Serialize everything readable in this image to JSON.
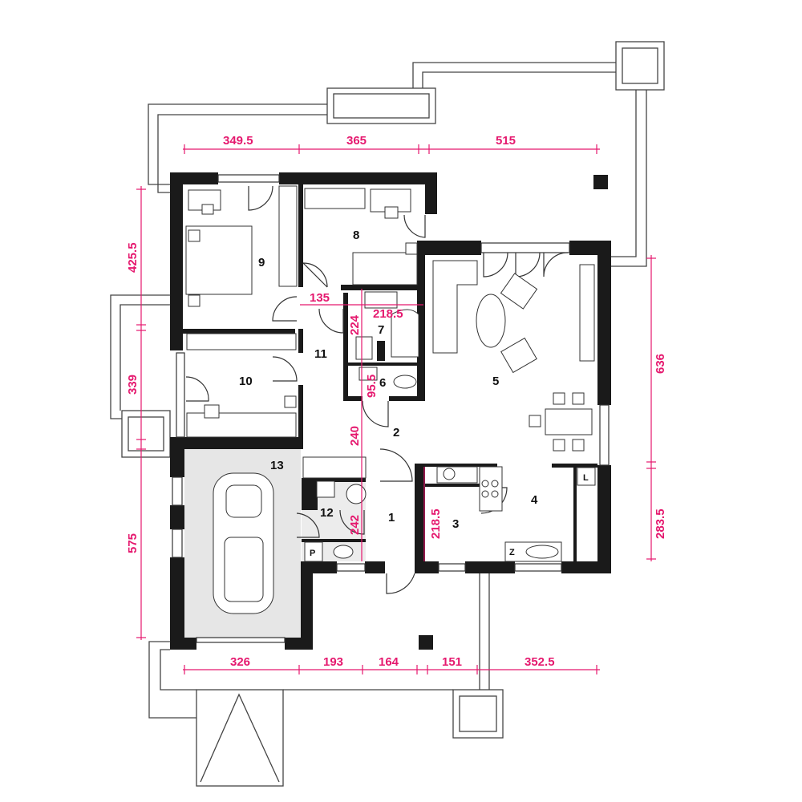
{
  "rooms": [
    "1",
    "2",
    "3",
    "4",
    "5",
    "6",
    "7",
    "8",
    "9",
    "10",
    "11",
    "12",
    "13"
  ],
  "appliance_labels": {
    "p": "P",
    "l": "L",
    "z": "Z"
  },
  "dimensions": {
    "top": [
      "349.5",
      "365",
      "515"
    ],
    "bottom": [
      "326",
      "193",
      "164",
      "151",
      "352.5"
    ],
    "left": [
      "425.5",
      "339",
      "575"
    ],
    "right": [
      "636",
      "283.5"
    ],
    "interior": [
      "135",
      "218.5",
      "224",
      "95.5",
      "240",
      "242",
      "218.5"
    ]
  },
  "colors": {
    "dimension": "#e5186e",
    "wall": "#1a1a1a",
    "garage": "#e6e6e6"
  }
}
